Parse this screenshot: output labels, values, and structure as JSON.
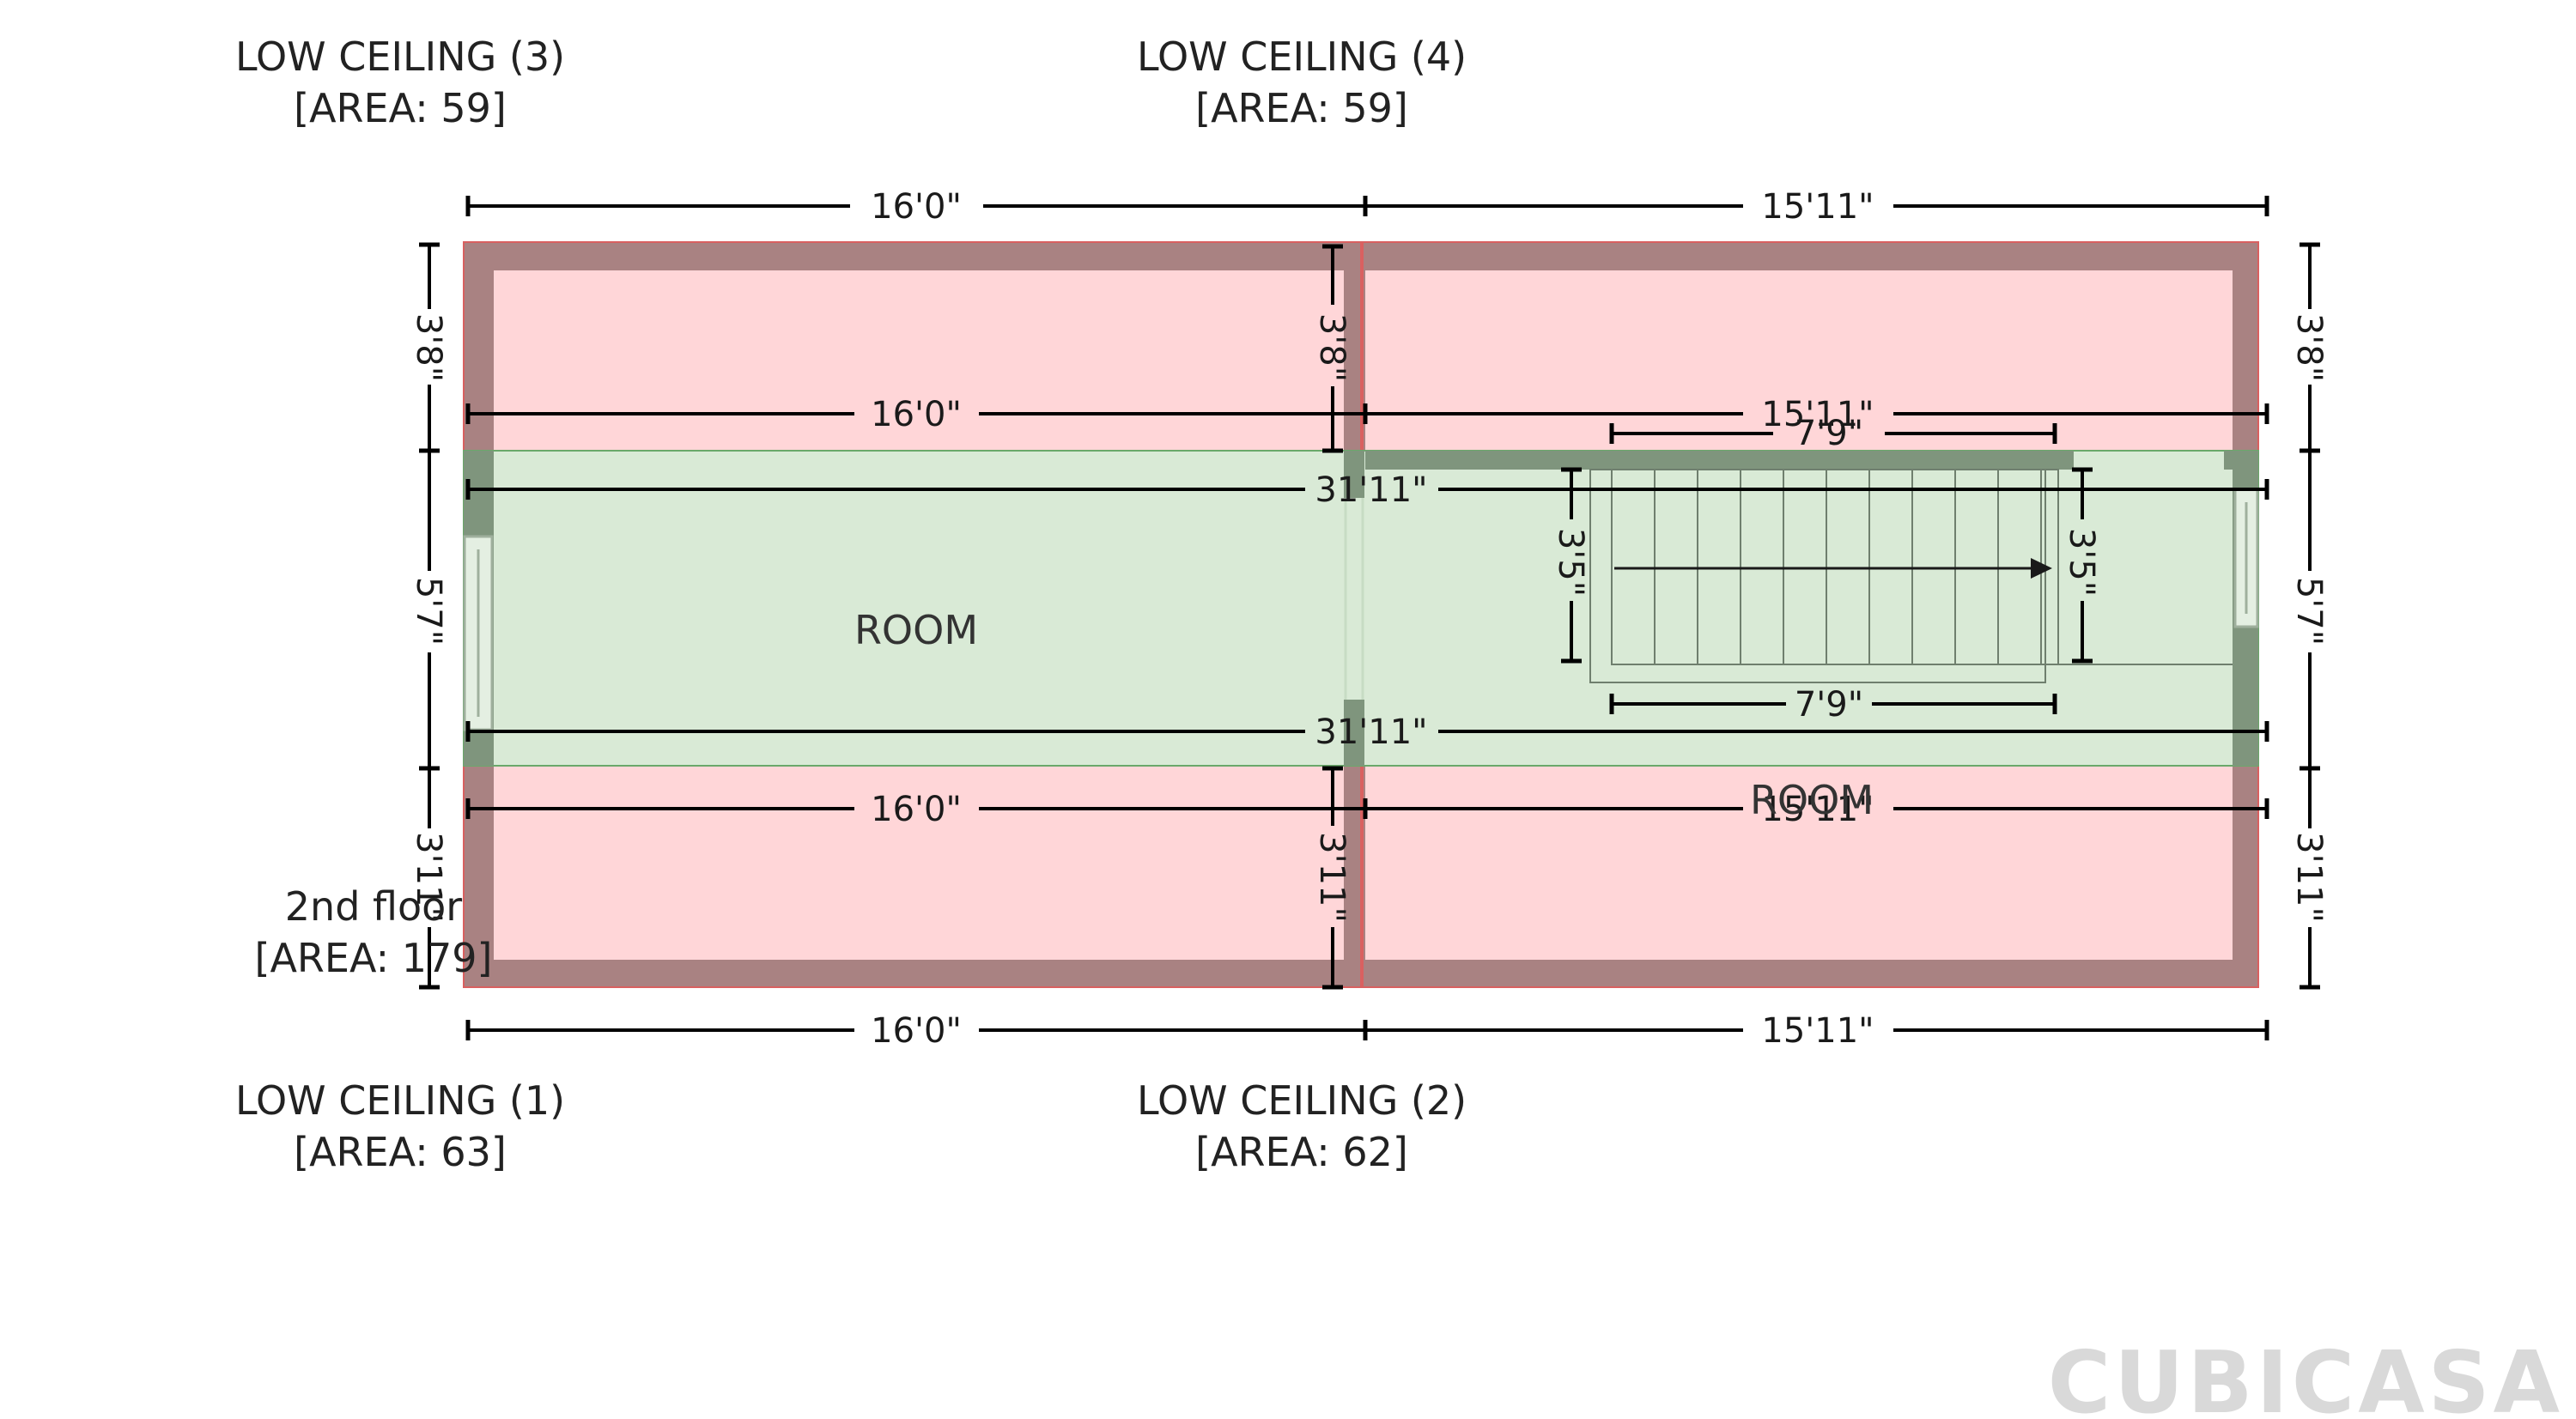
{
  "rooms": {
    "low_ceiling_3": {
      "name": "LOW CEILING (3)",
      "area": "[AREA: 59]"
    },
    "low_ceiling_4": {
      "name": "LOW CEILING (4)",
      "area": "[AREA: 59]"
    },
    "low_ceiling_1": {
      "name": "LOW CEILING (1)",
      "area": "[AREA: 63]"
    },
    "low_ceiling_2": {
      "name": "LOW CEILING (2)",
      "area": "[AREA: 62]"
    },
    "room_main": "ROOM",
    "room_secondary": "ROOM"
  },
  "floor": {
    "name": "2nd floor",
    "area": "[AREA: 179]"
  },
  "dimensions": {
    "top_left": "16'0\"",
    "top_right": "15'11\"",
    "mid_upper_left": "16'0\"",
    "mid_upper_right": "15'11\"",
    "room_top_total": "31'11\"",
    "room_bottom_total": "31'11\"",
    "mid_lower_left": "16'0\"",
    "mid_lower_right": "15'11\"",
    "bottom_left": "16'0\"",
    "bottom_right": "15'11\"",
    "left_upper": "3'8\"",
    "left_middle": "5'7\"",
    "left_lower": "3'11\"",
    "right_upper": "3'8\"",
    "right_middle": "5'7\"",
    "right_lower": "3'11\"",
    "center_upper": "3'8\"",
    "center_lower": "3'11\"",
    "stairs_top": "7'9\"",
    "stairs_bottom": "7'9\"",
    "stairs_left": "3'5\"",
    "stairs_right": "3'5\""
  },
  "brand": "CUBICASA",
  "colors": {
    "low_ceiling_fill": "#ffd6d8",
    "low_ceiling_wall": "#a98282",
    "room_fill": "#d9ead6",
    "room_wall": "#7f957d",
    "stair_line": "#6f7f6e"
  }
}
